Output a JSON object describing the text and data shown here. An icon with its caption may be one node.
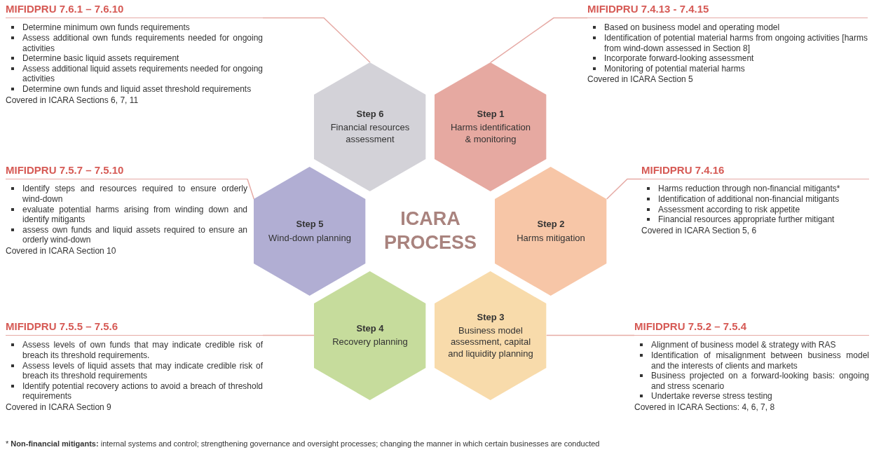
{
  "diagram": {
    "nodes": [
      {
        "text": [
          "MIFIDPRU 7.6.1 – 7.6.10",
          "Determine minimum own funds requirements",
          "Assess additional own funds requirements needed for ongoing activities",
          "Determine basic liquid assets requirement",
          "Assess additional liquid assets requirements needed for ongoing activities",
          "Determine own funds and liquid asset threshold requirements",
          "Covered in ICARA Sections 6, 7, 11"
        ]
      },
      {
        "text": [
          "MIFIDPRU 7.4.13 - 7.4.15",
          "Based on business model and operating model",
          "Identification of potential material harms from ongoing activities [harms from wind-down assessed in Section 8]",
          "Incorporate forward-looking assessment",
          "Monitoring of potential material harms",
          "Covered in ICARA Section 5"
        ]
      },
      {
        "text": [
          "MIFIDPRU 7.5.7 – 7.5.10",
          "Identify steps and resources required to ensure orderly wind-down",
          "evaluate potential harms arising from winding down and identify mitigants",
          "assess own funds and liquid assets required to ensure an orderly wind-down",
          "Covered in ICARA Section 10"
        ]
      },
      {
        "text": [
          "MIFIDPRU 7.4.16",
          "Harms reduction through non-financial mitigants*",
          "Identification of additional non-financial mitigants",
          "Assessment according to risk appetite",
          "Financial resources appropriate further mitigant",
          "Covered in ICARA Section 5, 6"
        ]
      },
      {
        "text": [
          "MIFIDPRU 7.5.5 – 7.5.6",
          "Assess levels of own funds that may indicate credible risk of breach its threshold requirements.",
          "Assess levels of liquid assets that may indicate credible risk of breach its threshold requirements",
          "Identify potential recovery actions to avoid a breach of threshold requirements",
          "Covered in ICARA Section 9"
        ]
      },
      {
        "text": [
          "MIFIDPRU 7.5.2 – 7.5.4",
          "Alignment of business model & strategy with RAS",
          "Identification of misalignment between business model and the interests of clients and markets",
          "Business projected on a forward-looking basis: ongoing and stress scenario",
          "Undertake reverse stress testing",
          "Covered in ICARA Sections: 4, 6, 7, 8"
        ]
      },
      {
        "text": [
          "Step 6",
          "Financial resources assessment"
        ]
      },
      {
        "text": [
          "Step 1",
          "Harms identification & monitoring"
        ]
      },
      {
        "text": [
          "Step 5",
          "Wind-down planning"
        ]
      },
      {
        "text": [
          "Step 2",
          "Harms mitigation"
        ]
      },
      {
        "text": [
          "Step 4",
          "Recovery planning"
        ]
      },
      {
        "text": [
          "Step 3",
          "Business model assessment, capital and liquidity planning"
        ]
      }
    ],
    "edges": [
      {
        "from": 0,
        "to": 6,
        "arrow": "none"
      },
      {
        "from": 1,
        "to": 7,
        "arrow": "none"
      },
      {
        "from": 2,
        "to": 8,
        "arrow": "none"
      },
      {
        "from": 3,
        "to": 9,
        "arrow": "none"
      },
      {
        "from": 4,
        "to": 10,
        "arrow": "none"
      },
      {
        "from": 5,
        "to": 11,
        "arrow": "none"
      }
    ],
    "labels": [
      "ICARA PROCESS",
      "* **Non-financial mitigants:** internal systems and control; strengthening governance and oversight processes; changing the manner in which certain businesses are conducted"
    ]
  }
}
